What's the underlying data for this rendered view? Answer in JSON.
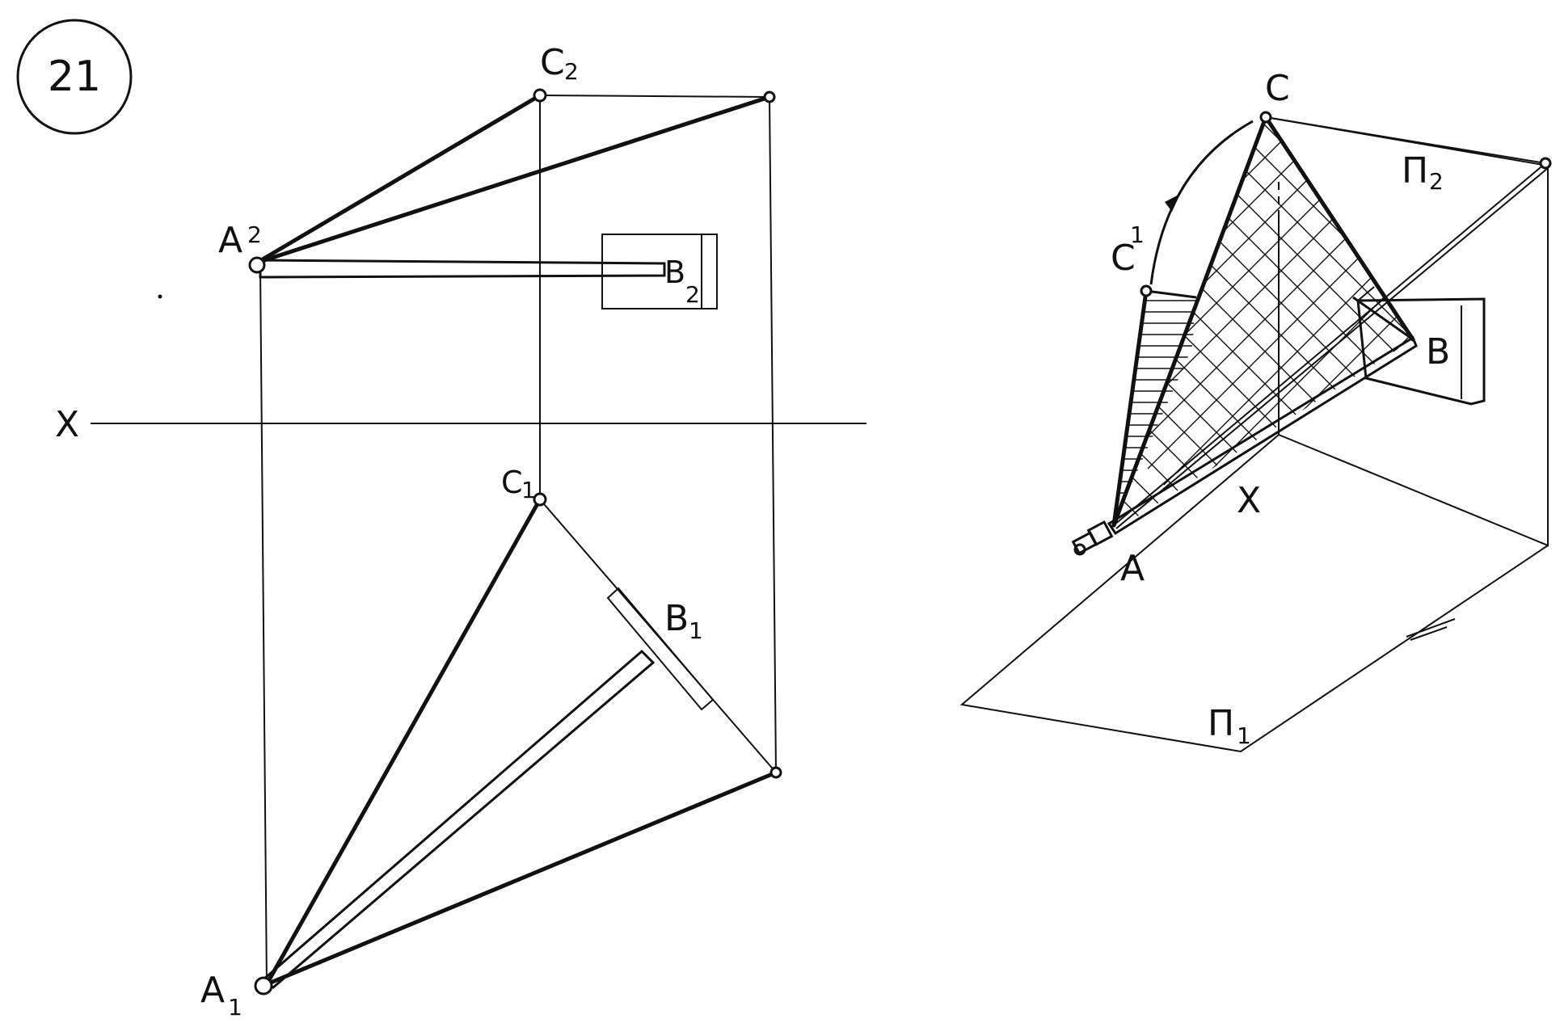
{
  "figure_number": "21",
  "labels": {
    "A2": "A",
    "A2_sub": "2",
    "C2": "C",
    "C2_sub": "2",
    "B2": "B",
    "B2_sub": "2",
    "A1": "A",
    "A1_sub": "1",
    "B1": "B",
    "B1_sub": "1",
    "C1": "C",
    "C1_sub": "1",
    "X_left": "X",
    "X_right": "X",
    "C_iso": "C",
    "C1_iso": "C",
    "C1_iso_sup": "1",
    "B_iso": "B",
    "A_iso": "A",
    "P2": "П",
    "P2_sub": "2",
    "P1": "П",
    "P1_sub": "1"
  }
}
